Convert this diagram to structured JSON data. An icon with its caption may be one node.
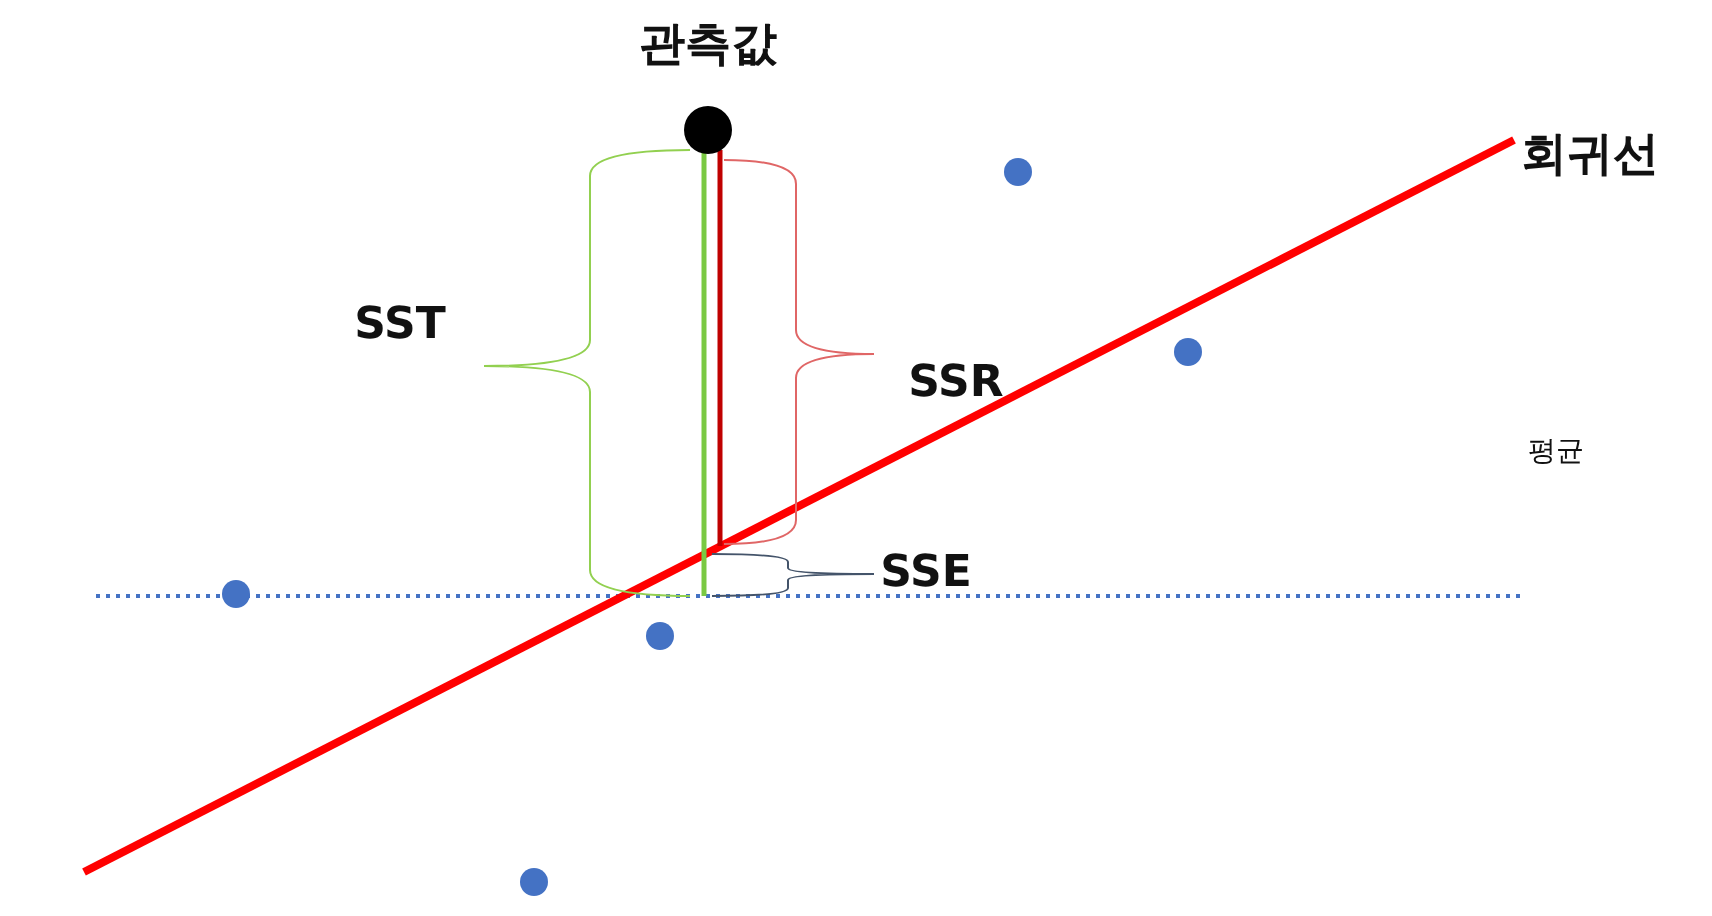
{
  "diagram": {
    "labels": [
      "관측값",
      "회귀선",
      "SST",
      "SSR",
      "평균",
      "SSE"
    ]
  }
}
